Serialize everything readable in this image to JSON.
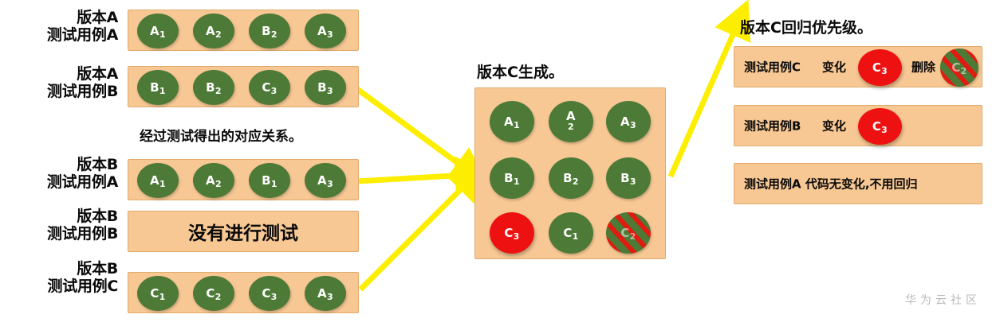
{
  "colors": {
    "panel_fill": "#f8c894",
    "panel_border": "#e0aa6a",
    "ball_green": "#4d7a36",
    "ball_red": "#ee1111",
    "stripe_red": "#e01b10",
    "arrow_yellow": "#fdee00",
    "text": "#0a0a0a",
    "watermark": "#b8b8b8"
  },
  "left_section": {
    "caption": "经过测试得出的对应关系。",
    "rows": [
      {
        "label": "版本A\n测试用例A",
        "kind": "balls",
        "balls": [
          {
            "base": "A",
            "sub": "1",
            "style": "green"
          },
          {
            "base": "A",
            "sub": "2",
            "style": "green"
          },
          {
            "base": "B",
            "sub": "2",
            "style": "green"
          },
          {
            "base": "A",
            "sub": "3",
            "style": "green"
          }
        ]
      },
      {
        "label": "版本A\n测试用例B",
        "kind": "balls",
        "balls": [
          {
            "base": "B",
            "sub": "1",
            "style": "green"
          },
          {
            "base": "B",
            "sub": "2",
            "style": "green"
          },
          {
            "base": "C",
            "sub": "3",
            "style": "green"
          },
          {
            "base": "B",
            "sub": "3",
            "style": "green"
          }
        ]
      },
      {
        "label": "版本B\n测试用例A",
        "kind": "balls",
        "balls": [
          {
            "base": "A",
            "sub": "1",
            "style": "green"
          },
          {
            "base": "A",
            "sub": "2",
            "style": "green"
          },
          {
            "base": "B",
            "sub": "1",
            "style": "green"
          },
          {
            "base": "A",
            "sub": "3",
            "style": "green"
          }
        ]
      },
      {
        "label": "版本B\n测试用例B",
        "kind": "text",
        "text": "没有进行测试"
      },
      {
        "label": "版本B\n测试用例C",
        "kind": "balls",
        "balls": [
          {
            "base": "C",
            "sub": "1",
            "style": "green"
          },
          {
            "base": "C",
            "sub": "2",
            "style": "green"
          },
          {
            "base": "C",
            "sub": "3",
            "style": "green"
          },
          {
            "base": "A",
            "sub": "3",
            "style": "green"
          }
        ]
      }
    ]
  },
  "middle_section": {
    "heading": "版本C生成。",
    "grid": [
      [
        {
          "base": "A",
          "sub": "1",
          "style": "green"
        },
        {
          "base": "A",
          "sub": "2",
          "style": "green",
          "stacked": true
        },
        {
          "base": "A",
          "sub": "3",
          "style": "green"
        }
      ],
      [
        {
          "base": "B",
          "sub": "1",
          "style": "green"
        },
        {
          "base": "B",
          "sub": "2",
          "style": "green"
        },
        {
          "base": "B",
          "sub": "3",
          "style": "green"
        }
      ],
      [
        {
          "base": "C",
          "sub": "3",
          "style": "red"
        },
        {
          "base": "C",
          "sub": "1",
          "style": "green"
        },
        {
          "base": "C",
          "sub": "2",
          "style": "striped"
        }
      ]
    ]
  },
  "right_section": {
    "heading": "版本C回归优先级。",
    "rows": [
      {
        "parts": [
          {
            "type": "text",
            "value": "测试用例C"
          },
          {
            "type": "text",
            "value": "变化"
          },
          {
            "type": "ball",
            "base": "C",
            "sub": "3",
            "style": "red"
          },
          {
            "type": "text",
            "value": "删除"
          },
          {
            "type": "ball",
            "base": "C",
            "sub": "2",
            "style": "striped"
          }
        ]
      },
      {
        "parts": [
          {
            "type": "text",
            "value": "测试用例B"
          },
          {
            "type": "text",
            "value": "变化"
          },
          {
            "type": "ball",
            "base": "C",
            "sub": "3",
            "style": "red"
          }
        ]
      },
      {
        "parts": [
          {
            "type": "text",
            "value": "测试用例A 代码无变化,不用回归"
          }
        ]
      }
    ]
  },
  "watermark": "华为云社区"
}
